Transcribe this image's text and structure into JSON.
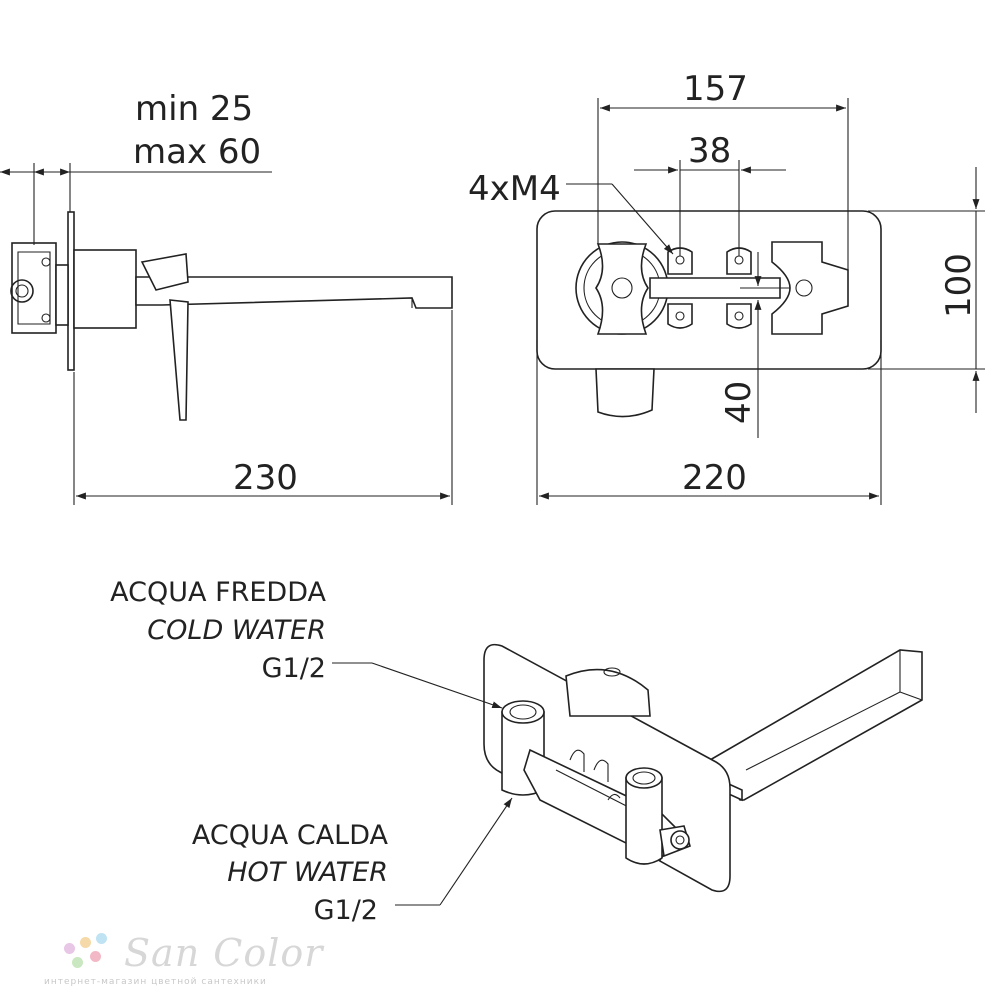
{
  "side_view": {
    "depth_min": "min 25",
    "depth_max": "max 60",
    "length": "230"
  },
  "front_view": {
    "width_outer": "157",
    "hole_spacing": "38",
    "screws": "4xM4",
    "height": "100",
    "spout_offset": "40",
    "plate_width": "220"
  },
  "cold_label": {
    "line1": "ACQUA FREDDA",
    "line2": "COLD WATER",
    "line3": "G1/2"
  },
  "hot_label": {
    "line1": "ACQUA CALDA",
    "line2": "HOT WATER",
    "line3": "G1/2"
  },
  "watermark": {
    "brand": "San Color",
    "tagline": "интернет-магазин цветной сантехники",
    "dot_colors": [
      "#e8c6e6",
      "#f5d9a8",
      "#bfe3f2",
      "#c9e7c0",
      "#f2b8c6"
    ]
  }
}
